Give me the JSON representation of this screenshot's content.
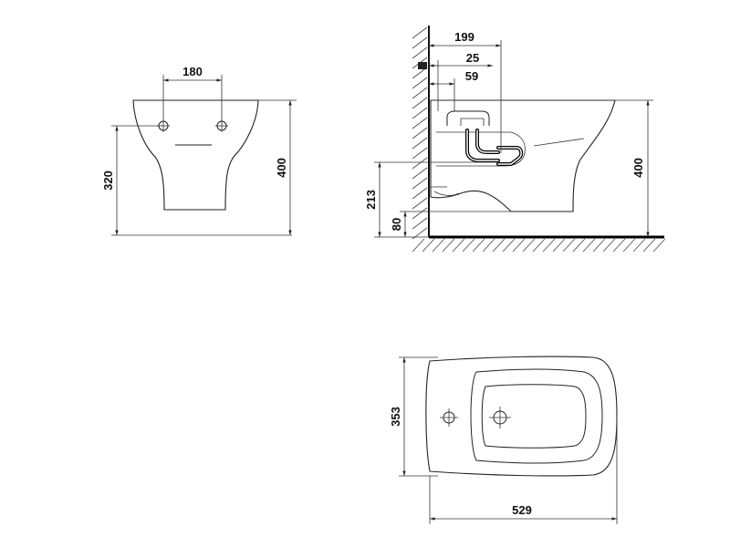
{
  "front_view": {
    "hole_spacing": "180",
    "hole_height": "320",
    "total_height": "400"
  },
  "side_view": {
    "wall_to_back": "199",
    "offset_25": "25",
    "offset_59": "59",
    "height_400": "400",
    "height_213": "213",
    "height_80": "80"
  },
  "top_view": {
    "width": "353",
    "length": "529"
  }
}
